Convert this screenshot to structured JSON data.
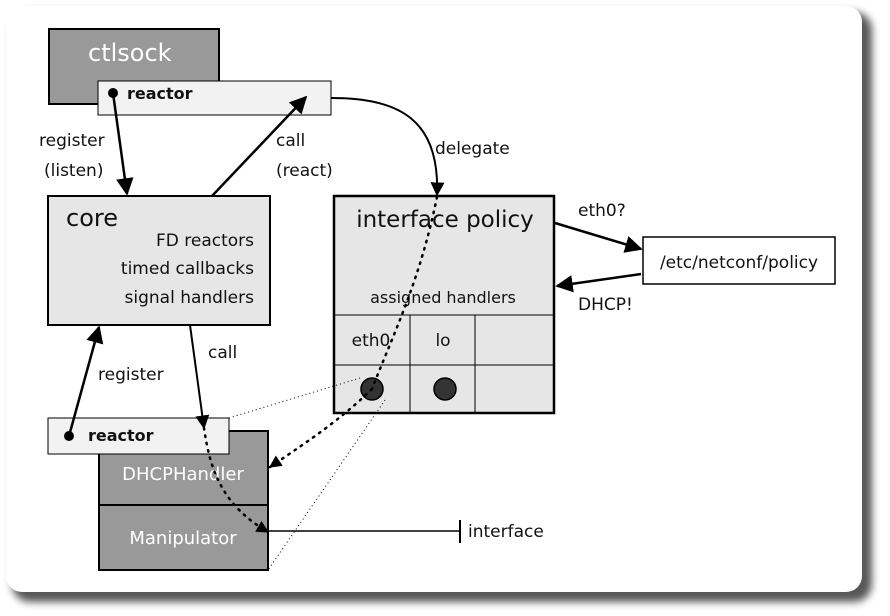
{
  "boxes": {
    "ctlsock": "ctlsock",
    "ctlsock_reactor": "reactor",
    "core_title": "core",
    "core_lines": [
      "FD reactors",
      "timed callbacks",
      "signal handlers"
    ],
    "policy_title": "interface policy",
    "policy_subtitle": "assigned handlers",
    "policy_table_headers": [
      "eth0",
      "lo",
      ""
    ],
    "policy_file": "/etc/netconf/policy",
    "handler_reactor": "reactor",
    "dhcp_handler": "DHCPHandler",
    "manipulator": "Manipulator"
  },
  "labels": {
    "register_listen_1": "register",
    "register_listen_2": "(listen)",
    "call_react_1": "call",
    "call_react_2": "(react)",
    "delegate": "delegate",
    "eth0_query": "eth0?",
    "dhcp_answer": "DHCP!",
    "register": "register",
    "call": "call",
    "interface": "interface"
  },
  "colors": {
    "dark_box": "#999999",
    "light_box": "#e6e6e6",
    "reactor_box": "#f2f2f2",
    "line": "#000000"
  }
}
